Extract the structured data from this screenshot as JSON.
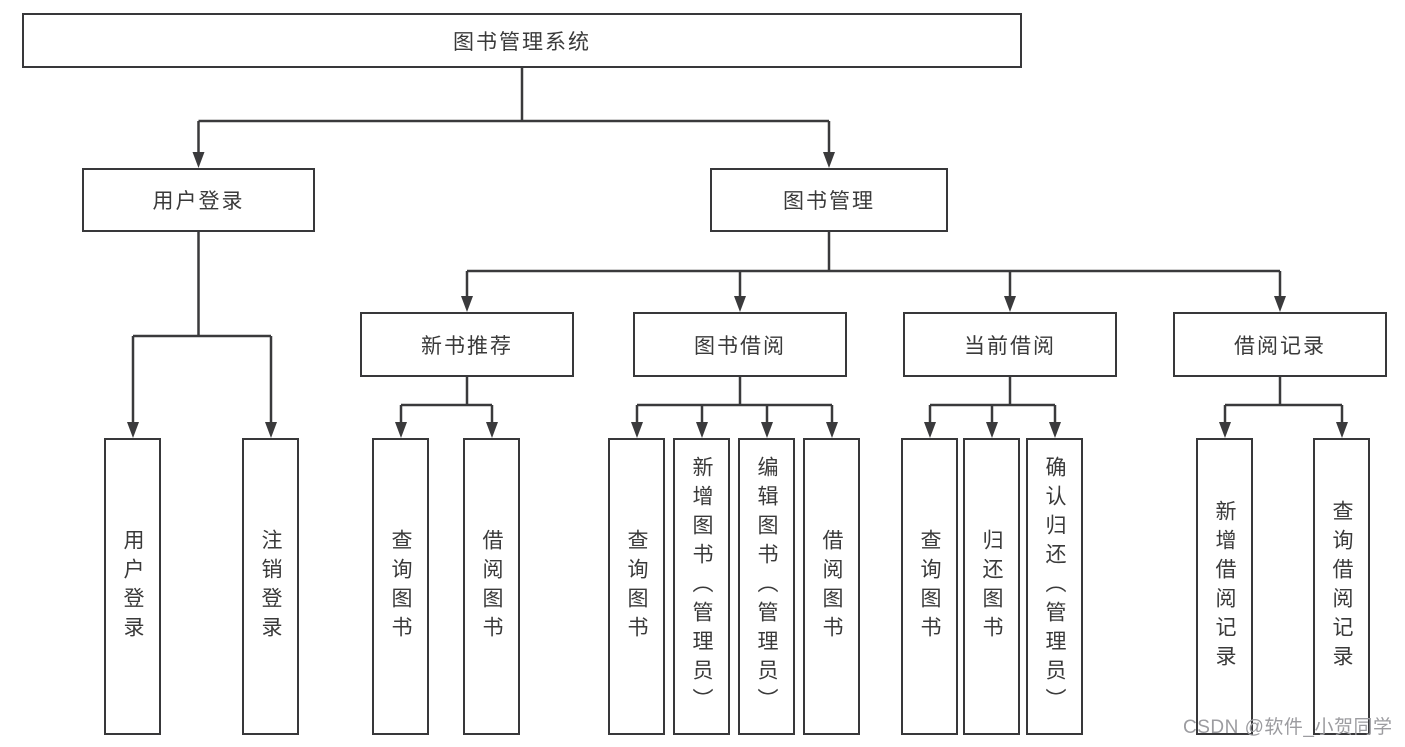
{
  "title": "图书管理系统",
  "level2": [
    {
      "label": "用户登录"
    },
    {
      "label": "图书管理"
    }
  ],
  "level3": [
    {
      "label": "新书推荐"
    },
    {
      "label": "图书借阅"
    },
    {
      "label": "当前借阅"
    },
    {
      "label": "借阅记录"
    }
  ],
  "leaves": {
    "user_login": [
      "用户登录",
      "注销登录"
    ],
    "new_books": [
      "查询图书",
      "借阅图书"
    ],
    "book_borrow": [
      "查询图书",
      "新增图书（管理员）",
      "编辑图书（管理员）",
      "借阅图书"
    ],
    "current_borrow": [
      "查询图书",
      "归还图书",
      "确认归还（管理员）"
    ],
    "borrow_records": [
      "新增借阅记录",
      "查询借阅记录"
    ]
  },
  "watermark": "CSDN @软件_小贺同学",
  "colors": {
    "line": "#3a3a3c",
    "border": "#38383a",
    "text": "#3a3a3a",
    "watermark": "#9c9ca0",
    "background": "#ffffff"
  }
}
